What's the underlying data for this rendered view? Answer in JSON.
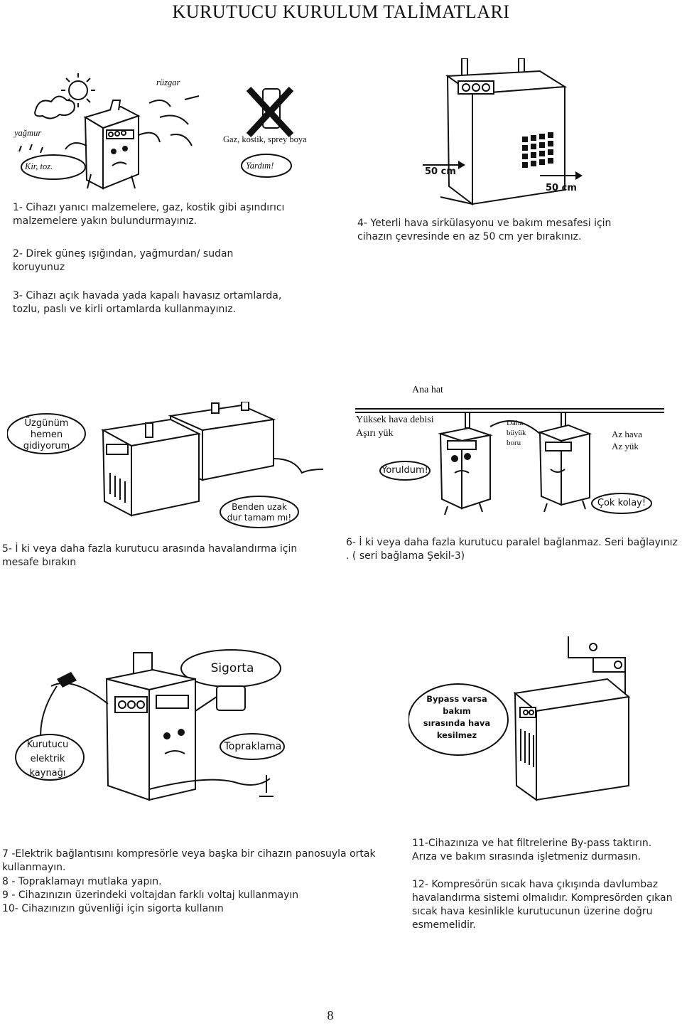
{
  "page": {
    "title": "KURUTUCU KURULUM TALİMATLARI",
    "page_number": "8"
  },
  "fig1": {
    "labels": {
      "wind": "rüzgar",
      "rain": "yağmur",
      "gas": "Gaz, kostik, sprey boya",
      "dust": "Kir, toz.",
      "help": "Yardım!"
    }
  },
  "fig2": {
    "dim_left": "50 cm",
    "dim_right": "50 cm"
  },
  "fig3": {
    "bubble_left": "Üzgünüm hemen gidiyorum",
    "bubble_bottom": "Benden uzak dur tamam mı!"
  },
  "fig4": {
    "main_line": "Ana hat",
    "high_flow_1": "Yüksek hava debisi",
    "high_flow_2": "Aşırı yük",
    "bigger_pipe": "Daha büyük boru",
    "low_air_1": "Az hava",
    "low_air_2": "Az yük",
    "tired": "Yoruldum!",
    "easy": "Çok kolay!"
  },
  "fig5": {
    "fuse": "Sigorta",
    "source": "Kurutucu elektrik kaynağı",
    "ground": "Topraklama"
  },
  "fig6": {
    "bypass": "Bypass varsa bakım sırasında hava kesilmez"
  },
  "instructions": {
    "i1": "1- Cihazı yanıcı malzemelere, gaz, kostik gibi aşındırıcı malzemelere  yakın bulundurmayınız.",
    "i2": "2- Direk güneş ışığından, yağmurdan/ sudan koruyunuz",
    "i3": "3- Cihazı açık havada yada kapalı havasız ortamlarda, tozlu, paslı ve kirli ortamlarda  kullanmayınız.",
    "i4": "4- Yeterli hava sirkülasyonu ve bakım mesafesi için cihazın çevresinde en az 50 cm yer bırakınız.",
    "i5": "5- İ ki veya daha fazla kurutucu arasında havalandırma için mesafe bırakın",
    "i6": "6- İ ki veya daha fazla kurutucu paralel bağlanmaz. Seri bağlayınız  . ( seri bağlama Şekil-3)",
    "i7": "7 -Elektrik bağlantısını kompresörle veya başka bir cihazın panosuyla ortak kullanmayın.",
    "i8": "8 - Topraklamayı mutlaka yapın.",
    "i9": "9 - Cihazınızın üzerindeki voltajdan farklı voltaj kullanmayın",
    "i10": "10- Cihazınızın güvenliği için sigorta kullanın",
    "i11": "11-Cihazınıza ve hat filtrelerine  By-pass taktırın. Arıza ve bakım sırasında işletmeniz durmasın.",
    "i12": "12- Kompresörün sıcak hava çıkışında davlumbaz havalandırma sistemi olmalıdır. Kompresörden çıkan sıcak hava kesinlikle kurutucunun üzerine doğru esmemelidir."
  }
}
